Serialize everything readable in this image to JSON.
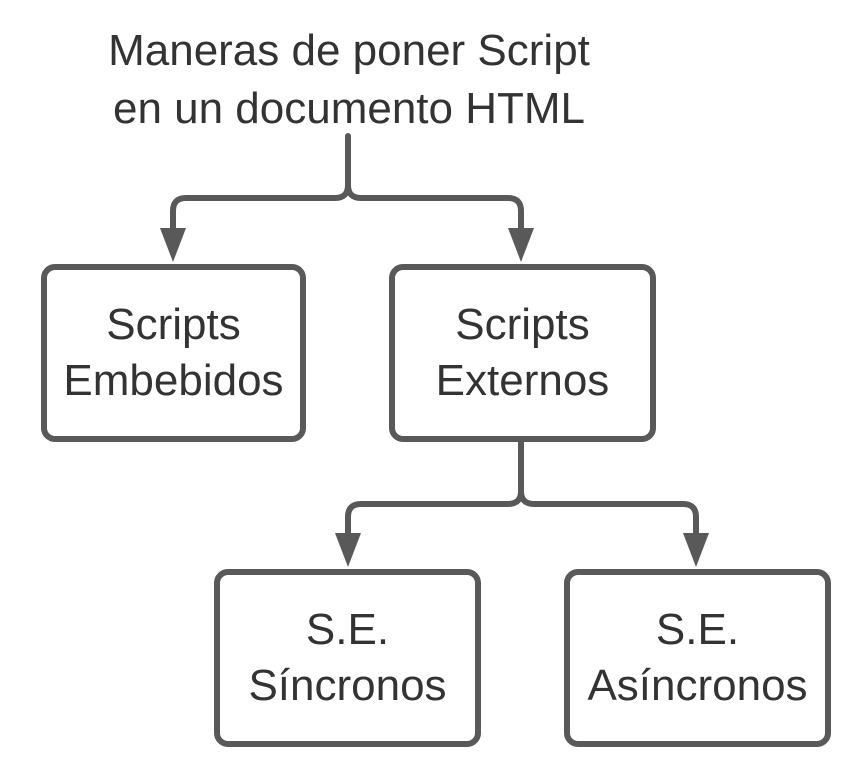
{
  "diagram": {
    "title_lines": [
      "Maneras de poner Script",
      "en un documento HTML"
    ],
    "nodes": {
      "embebidos": [
        "Scripts",
        "Embebidos"
      ],
      "externos": [
        "Scripts",
        "Externos"
      ],
      "sincronos": [
        "S.E.",
        "Síncronos"
      ],
      "asincronos": [
        "S.E.",
        "Asíncronos"
      ]
    },
    "edges": [
      {
        "from": "title",
        "to": "embebidos"
      },
      {
        "from": "title",
        "to": "externos"
      },
      {
        "from": "externos",
        "to": "sincronos"
      },
      {
        "from": "externos",
        "to": "asincronos"
      }
    ],
    "colors": {
      "stroke": "#595959",
      "text": "#333333",
      "background": "#ffffff"
    }
  }
}
